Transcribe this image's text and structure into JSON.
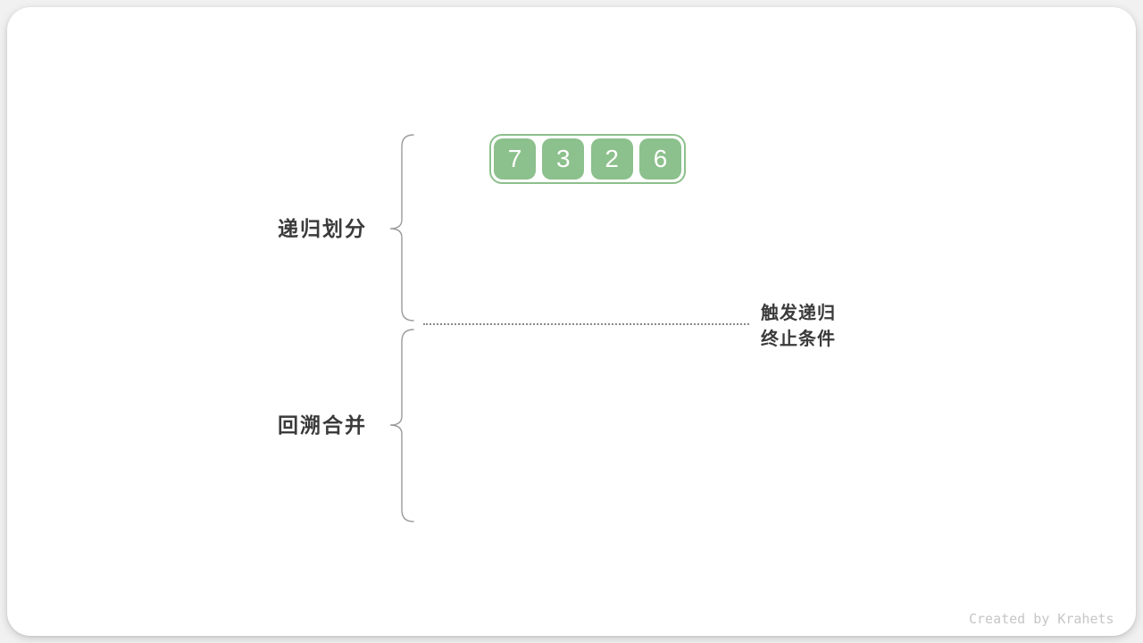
{
  "figure": {
    "array": {
      "values": [
        "7",
        "3",
        "2",
        "6"
      ]
    },
    "labels": {
      "divide": "递归划分",
      "merge": "回溯合并",
      "termination_line1": "触发递归",
      "termination_line2": "终止条件"
    },
    "credit": "Created by Krahets",
    "colors": {
      "cell_green": "#8cc08c",
      "array_border_green": "#8cc08c",
      "label_text": "#3b3b3b",
      "brace_gray": "#9b9b9b",
      "dotted_line_gray": "#8a8a8a",
      "credit_gray": "#c6c6c6",
      "card_background": "#ffffff",
      "page_background": "#f1f1f1"
    }
  }
}
